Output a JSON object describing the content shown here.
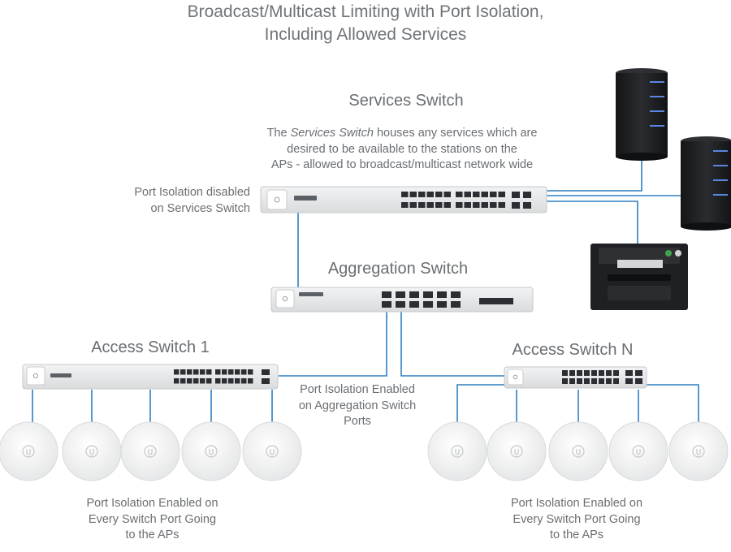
{
  "title": {
    "line1": "Broadcast/Multicast Limiting with Port Isolation,",
    "line2": "Including Allowed Services"
  },
  "services_switch": {
    "heading": "Services Switch",
    "desc": {
      "pre": "The ",
      "emph": "Services Switch",
      "post": " houses any services which are",
      "line2": "desired to be available to the stations on the",
      "line3": "APs - allowed to broadcast/multicast network wide"
    },
    "isolation_note": {
      "line1": "Port Isolation disabled",
      "line2": "on Services Switch"
    }
  },
  "aggregation_switch": {
    "heading": "Aggregation Switch",
    "note": {
      "line1": "Port Isolation Enabled",
      "line2": "on Aggregation Switch",
      "line3": "Ports"
    }
  },
  "access_switch_1": {
    "heading": "Access Switch 1",
    "note": {
      "line1": "Port Isolation Enabled on",
      "line2": "Every Switch Port Going",
      "line3": "to the APs"
    }
  },
  "access_switch_n": {
    "heading": "Access Switch N",
    "note": {
      "line1": "Port Isolation Enabled on",
      "line2": "Every Switch Port Going",
      "line3": "to the APs"
    }
  },
  "colors": {
    "link": "#2f7fc0",
    "switch_body": "#e4e5e6",
    "port": "#2b2f33",
    "server": "#1c1d20",
    "server_led": "#5a86e0",
    "text": "#6f7478"
  }
}
